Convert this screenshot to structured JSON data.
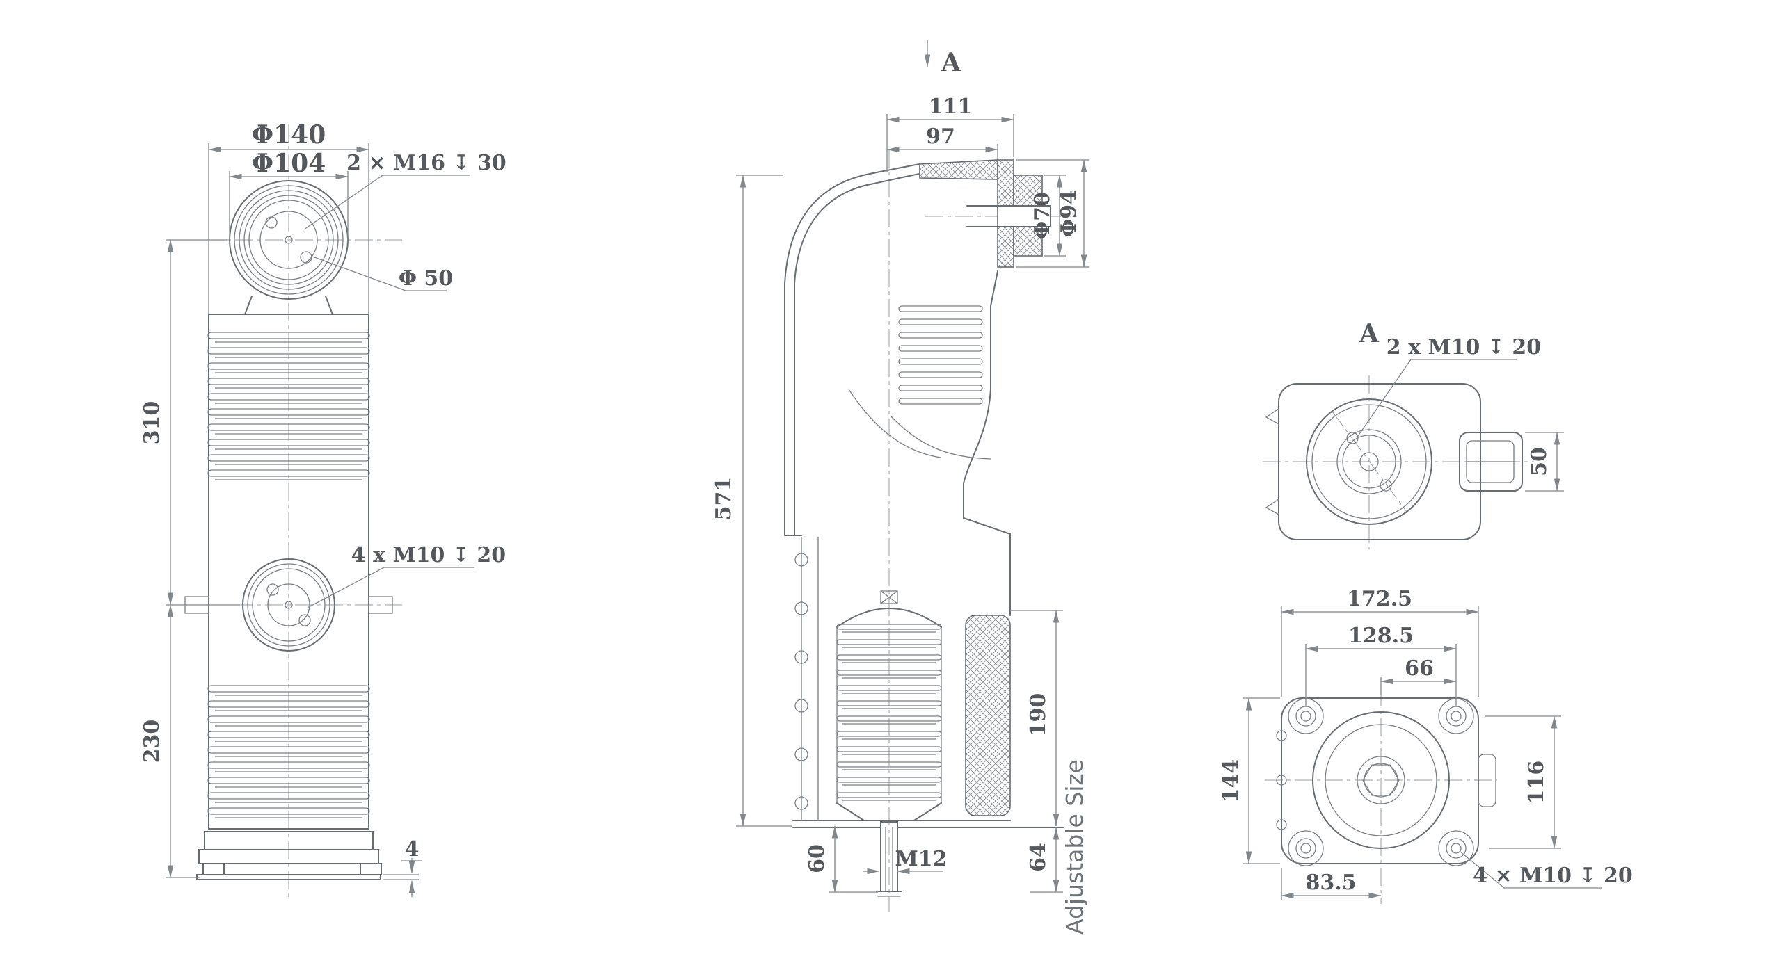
{
  "drawing": {
    "front_view": {
      "dia_outer": "Φ140",
      "dia_ring": "Φ104",
      "thread_top": "2 × M16 ↧ 30",
      "dia_center_hole": "Φ 50",
      "span_upper": "310",
      "thread_mid": "4 x M10 ↧ 20",
      "span_lower": "230",
      "base_plate_thickness": "4"
    },
    "section_view": {
      "cut_arrow_label": "A",
      "arm_length_outer": "111",
      "arm_length_inner": "97",
      "dia_terminal_boss": "Φ70",
      "dia_terminal_flange": "Φ94",
      "total_height": "571",
      "lower_section_height": "190",
      "stem_length": "60",
      "stem_thread": "M12",
      "adjustable_length": "64",
      "adjustable_note": "Adjustable Size"
    },
    "view_a": {
      "view_label": "A",
      "thread": "2 x M10 ↧ 20",
      "clamp_width": "50"
    },
    "bottom_view": {
      "plate_width": "172.5",
      "bolt_spacing_h": "128.5",
      "bolt_half_spacing": "66",
      "plate_height": "144",
      "bolt_spacing_v": "116",
      "half_width": "83.5",
      "thread": "4 × M10 ↧ 20"
    }
  }
}
